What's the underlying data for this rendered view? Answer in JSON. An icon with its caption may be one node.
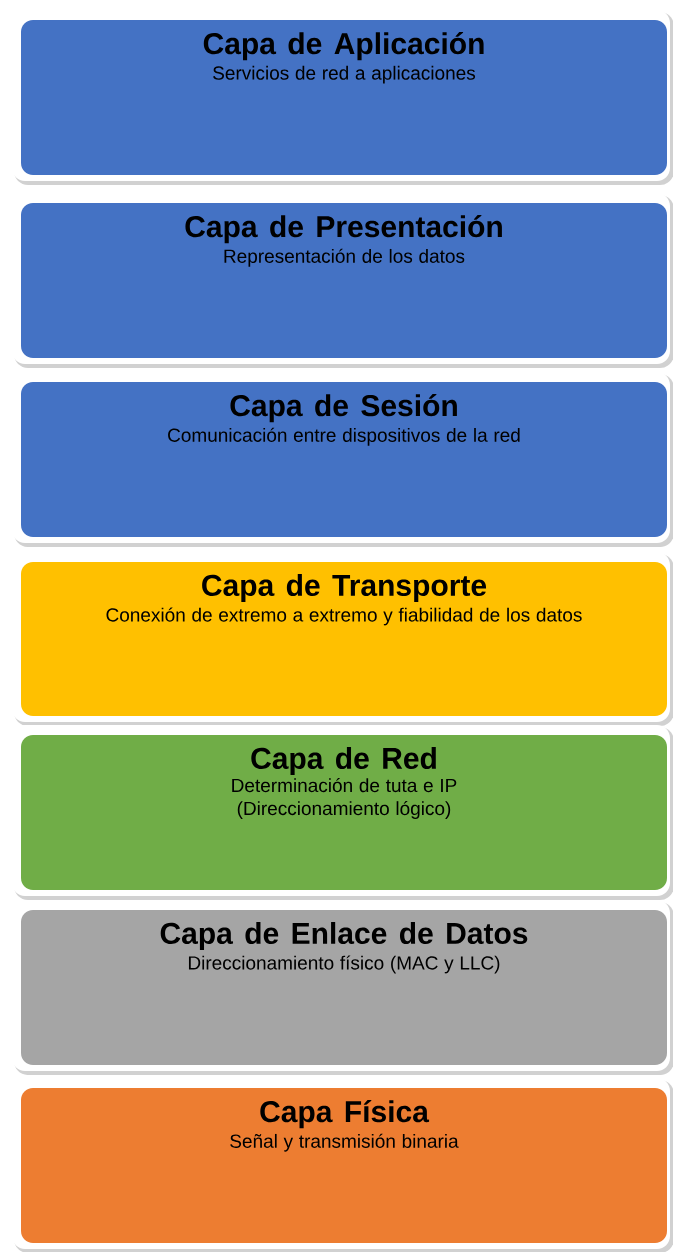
{
  "diagram": {
    "nodes": [
      {
        "text": [
          "Capa de Aplicación",
          "Servicios de red a aplicaciones"
        ]
      },
      {
        "text": [
          "Capa de Presentación",
          "Representación de los datos"
        ]
      },
      {
        "text": [
          "Capa de Sesión",
          "Comunicación entre dispositivos de la red"
        ]
      },
      {
        "text": [
          "Capa de Transporte",
          "Conexión de extremo a extremo y fiabilidad de los datos"
        ]
      },
      {
        "text": [
          "Capa de Red",
          "Determinación de tuta e IP (Direccionamiento lógico)"
        ]
      },
      {
        "text": [
          "Capa de Enlace de Datos",
          "Direccionamiento físico (MAC y LLC)"
        ]
      },
      {
        "text": [
          "Capa Física",
          "Señal y transmisión binaria"
        ]
      }
    ]
  }
}
